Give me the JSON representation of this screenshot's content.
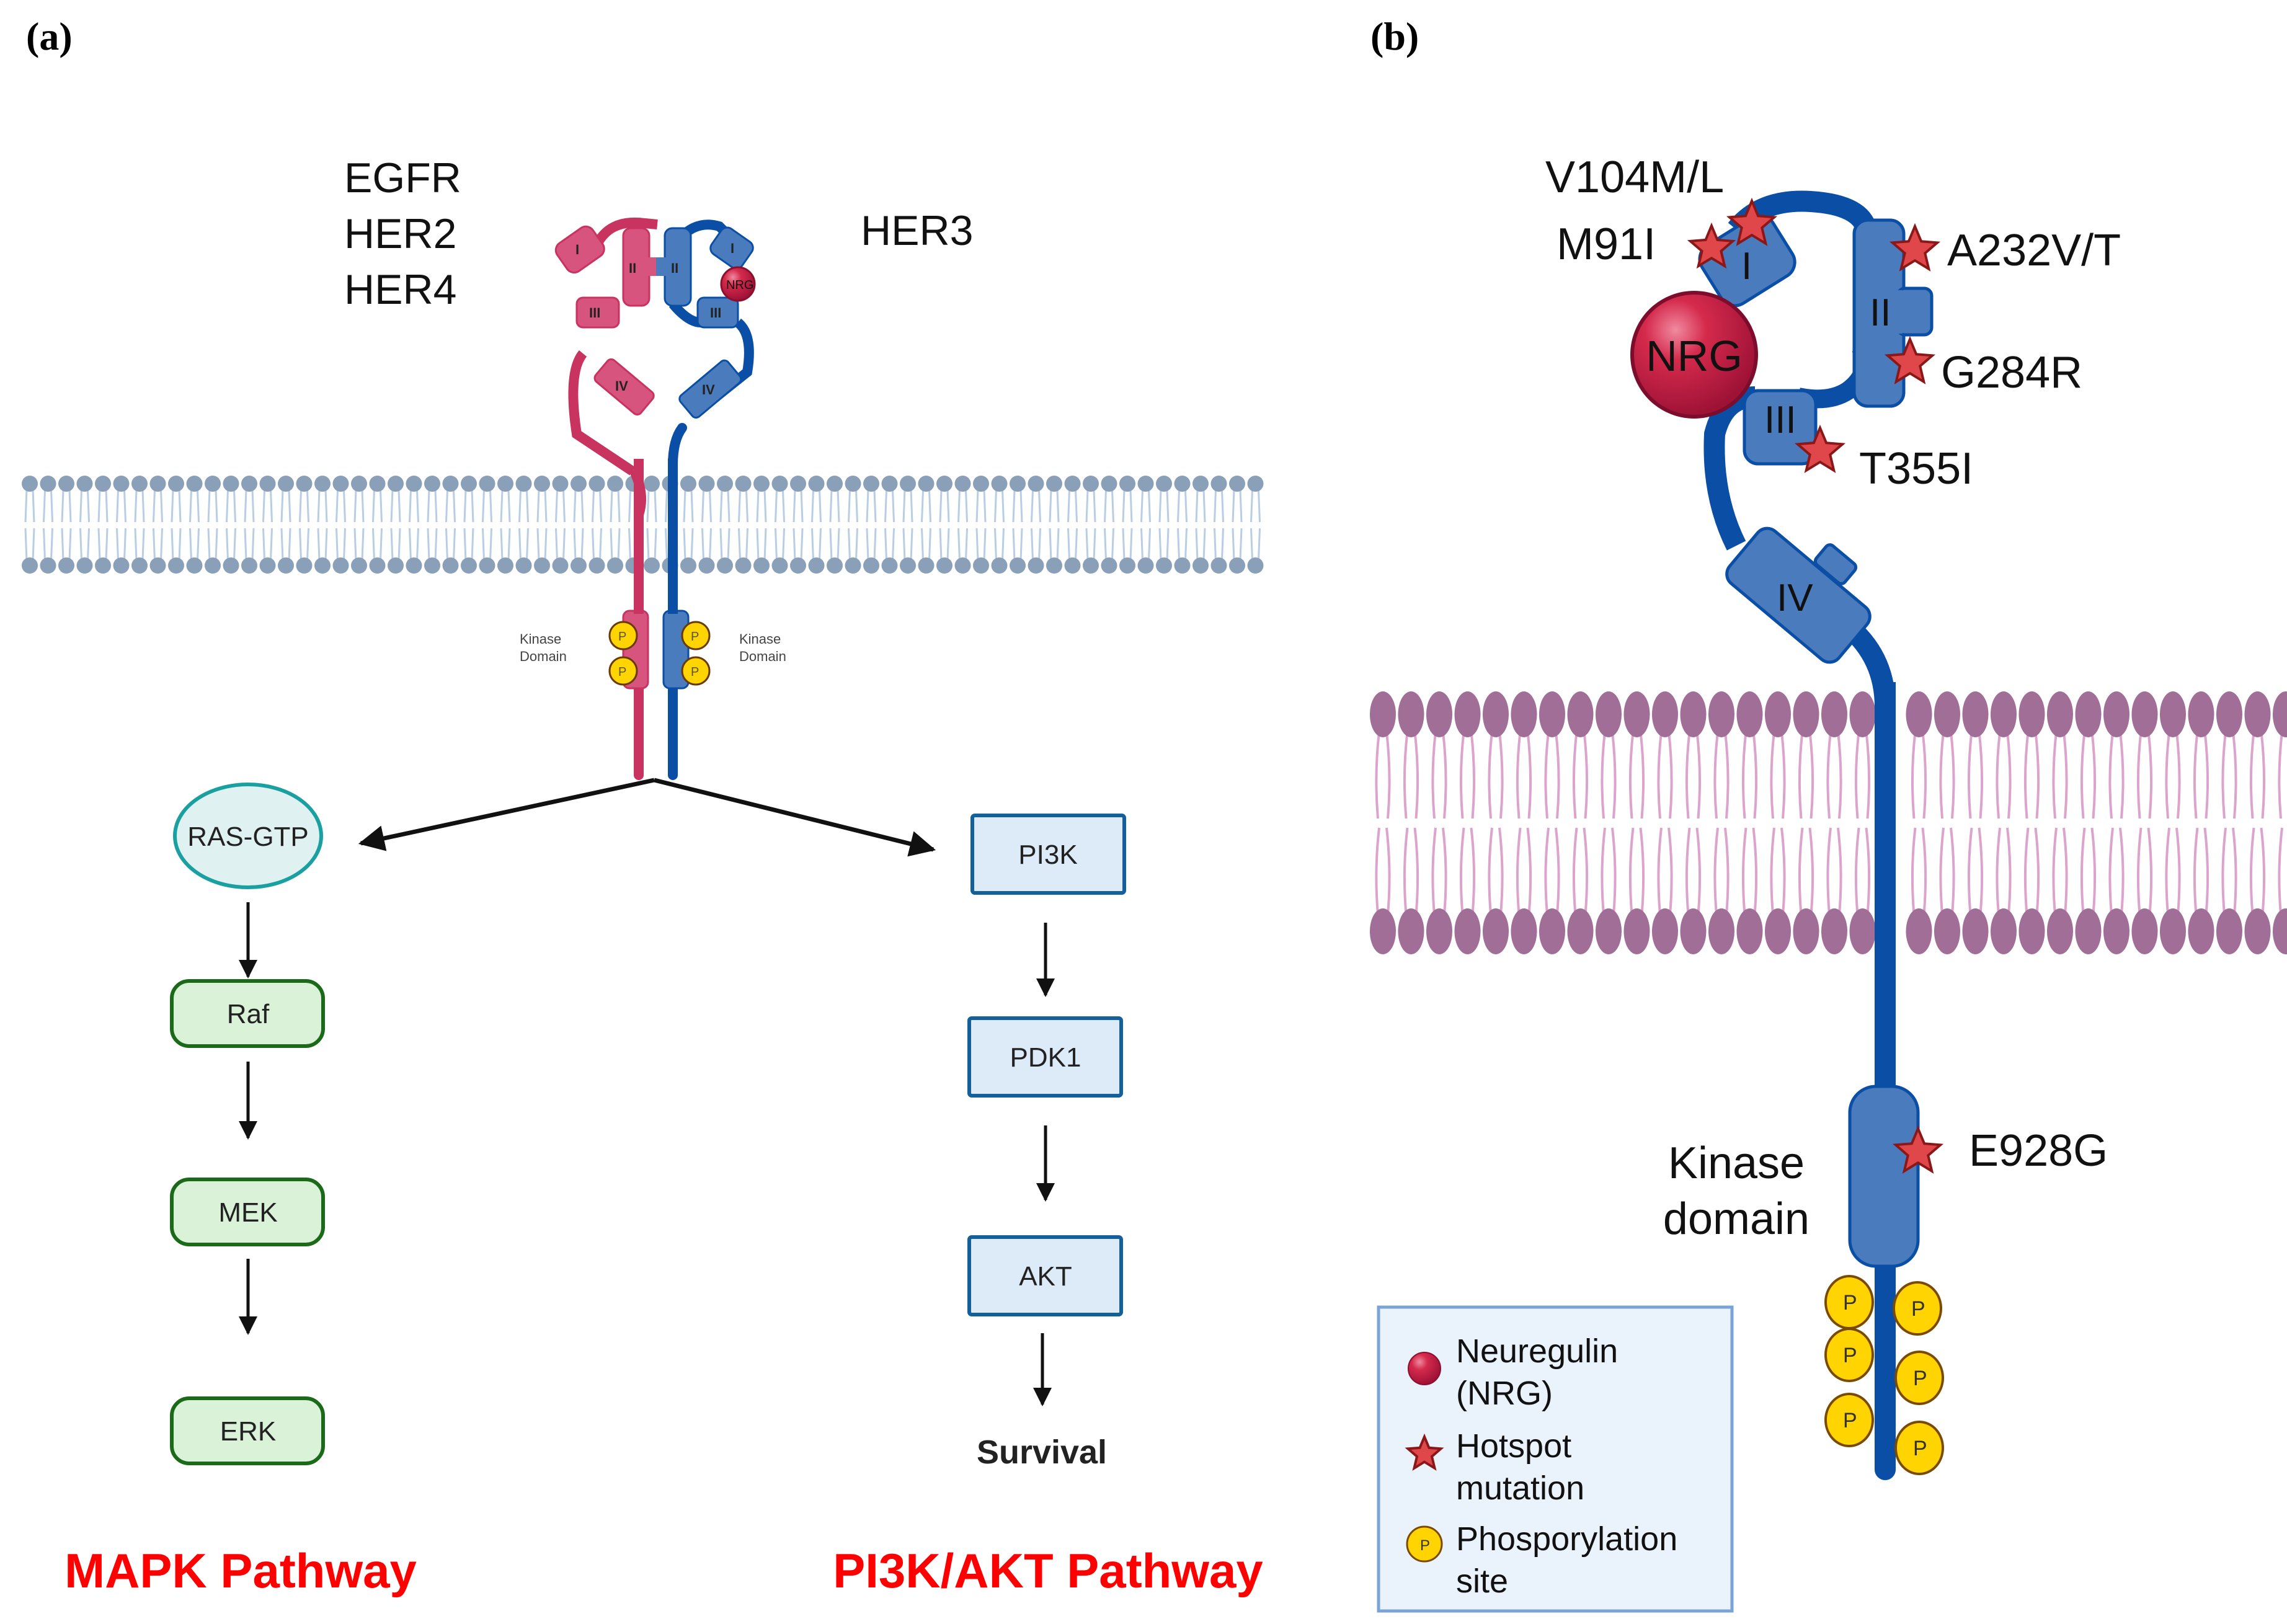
{
  "panels": {
    "a": {
      "label": "(a)",
      "receptor_labels_left": [
        "EGFR",
        "HER2",
        "HER4"
      ],
      "receptor_label_right": "HER3",
      "domains": [
        "I",
        "II",
        "III",
        "IV"
      ],
      "ligand_small": "NRG",
      "kinase_label_left": [
        "Kinase",
        "Domain"
      ],
      "kinase_label_right": [
        "Kinase",
        "Domain"
      ],
      "phospho_symbol": "P",
      "mapk": {
        "nodes": [
          "RAS-GTP",
          "Raf",
          "MEK",
          "ERK"
        ],
        "title": "MAPK Pathway"
      },
      "pi3k": {
        "nodes": [
          "PI3K",
          "PDK1",
          "AKT"
        ],
        "outcome": "Survival",
        "title": "PI3K/AKT Pathway"
      }
    },
    "b": {
      "label": "(b)",
      "domains": [
        "I",
        "II",
        "III",
        "IV"
      ],
      "ligand": "NRG",
      "mutations": {
        "v104": "V104M/L",
        "m91": "M91I",
        "a232": "A232V/T",
        "g284": "G284R",
        "t355": "T355I",
        "e928": "E928G"
      },
      "kinase_label": [
        "Kinase",
        "domain"
      ],
      "phospho_symbol": "P",
      "legend": {
        "items": [
          {
            "icon": "neuregulin-sphere-icon",
            "lines": [
              "Neuregulin",
              "(NRG)"
            ]
          },
          {
            "icon": "hotspot-star-icon",
            "lines": [
              "Hotspot",
              "mutation"
            ]
          },
          {
            "icon": "phosphorylation-site-icon",
            "lines": [
              "Phosporylation",
              "site"
            ]
          }
        ]
      }
    }
  },
  "colors": {
    "her_pink": "#d6547e",
    "her_pink_dark": "#c8335f",
    "her_blue": "#4a7bbd",
    "her_blue_dark": "#0a4fa5",
    "membrane_a": "#8a9fb8",
    "membrane_b_head": "#a06e96",
    "membrane_b_tail": "#dca3cc",
    "nrg_red": "#cc2244",
    "phospho_yellow": "#ffd400",
    "star_red": "#e0474a",
    "mapk_fill": "#d9f2d8",
    "mapk_stroke": "#1a6a1a",
    "ras_fill": "#dff2f1",
    "ras_stroke": "#1aa0a0",
    "pi3k_fill": "#ddebf8",
    "pi3k_stroke": "#13609a",
    "pathway_title": "#ff0000"
  }
}
